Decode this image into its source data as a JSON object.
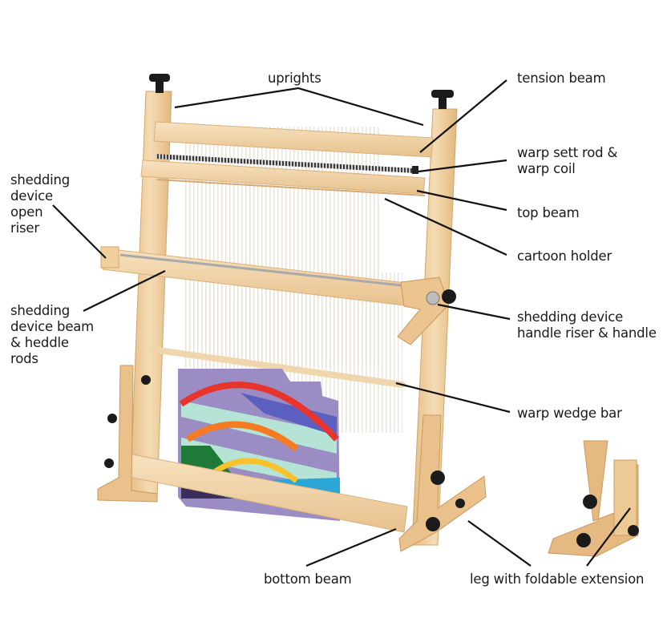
{
  "diagram": {
    "subject": "tapestry loom",
    "colors": {
      "wood_light": "#f3d9b1",
      "wood_mid": "#e8c08a",
      "wood_dark": "#d4a46a",
      "knob": "#1b1b1b",
      "warp": "#f4efe6",
      "leader_line": "#111111",
      "label_text": "#1a1a1a"
    },
    "labels": {
      "uprights": "uprights",
      "tension_beam": "tension beam",
      "warp_sett_rod": "warp sett rod &\nwarp coil",
      "top_beam": "top beam",
      "cartoon_holder": "cartoon holder",
      "shedding_open_riser": "shedding\ndevice\nopen\nriser",
      "shedding_beam": "shedding\ndevice beam\n& heddle\nrods",
      "shedding_handle": "shedding device\nhandle riser & handle",
      "warp_wedge_bar": "warp wedge bar",
      "bottom_beam": "bottom beam",
      "leg_extension": "leg with foldable extension"
    },
    "tapestry_colors": [
      "#9c8cc4",
      "#b5e3d6",
      "#5b5fbf",
      "#e8342a",
      "#f47b20",
      "#f7c22a",
      "#1f7a3a",
      "#3b2e5a",
      "#2aa6d8",
      "#6f86d6"
    ]
  }
}
